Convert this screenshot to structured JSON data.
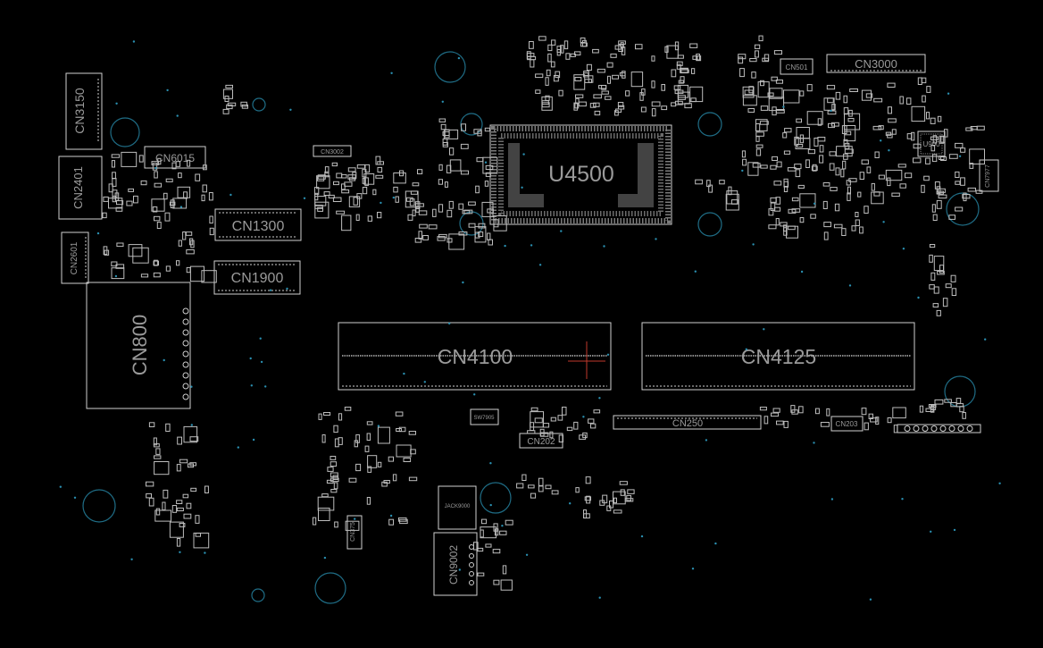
{
  "board": {
    "background": "#000000",
    "outline_color": "#cfcfcf",
    "label_color": "#9a9a9a",
    "hole_color": "#1f6d86",
    "marker_color": "#c0392b"
  },
  "connectors": {
    "cn3150": "CN3150",
    "cn2401": "CN2401",
    "cn2601": "CN2601",
    "cn800": "CN800",
    "cn6015": "CN6015",
    "cn1300": "CN1300",
    "cn1900": "CN1900",
    "cn3002": "CN3002",
    "cn501": "CN501",
    "cn3000": "CN3000",
    "cn4100": "CN4100",
    "cn4125": "CN4125",
    "cn250": "CN250",
    "cn202": "CN202",
    "cn203": "CN203",
    "cn375": "CN375",
    "cn9002": "CN9002",
    "cn7977": "CN7977"
  },
  "chips": {
    "u4500": "U4500",
    "u900": "U900",
    "sw7905": "SW7905",
    "jack9000": "JACK9000"
  }
}
